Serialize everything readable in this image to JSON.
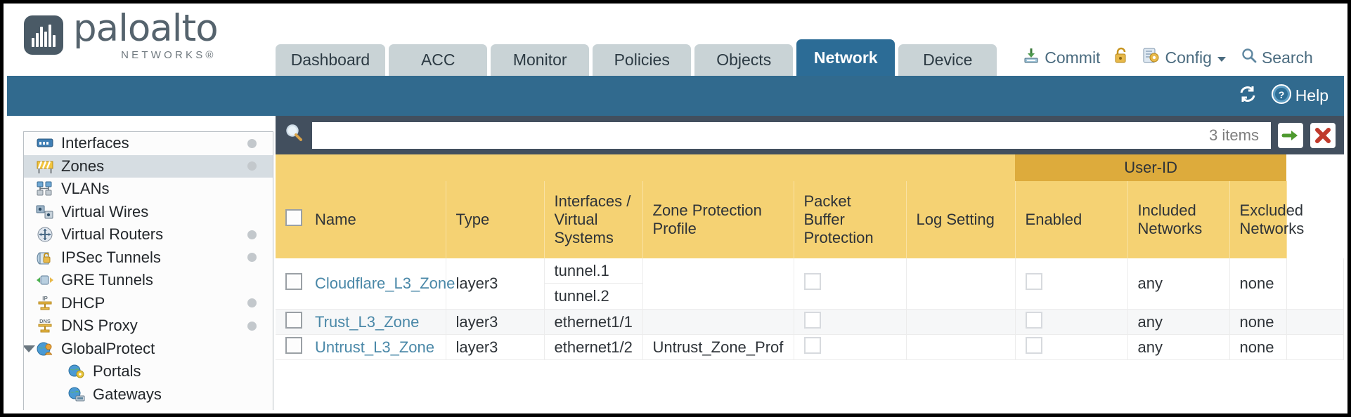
{
  "brand": {
    "name": "paloalto",
    "sub": "NETWORKS",
    "registered": "®"
  },
  "header": {
    "tabs": [
      {
        "label": "Dashboard",
        "active": false
      },
      {
        "label": "ACC",
        "active": false
      },
      {
        "label": "Monitor",
        "active": false
      },
      {
        "label": "Policies",
        "active": false
      },
      {
        "label": "Objects",
        "active": false
      },
      {
        "label": "Network",
        "active": true
      },
      {
        "label": "Device",
        "active": false
      }
    ],
    "actions": {
      "commit": "Commit",
      "config": "Config",
      "search": "Search"
    }
  },
  "banner": {
    "refresh_icon": "refresh-icon",
    "help": "Help"
  },
  "sidebar": {
    "items": [
      {
        "label": "Interfaces",
        "icon": "interfaces-icon",
        "dot": true,
        "selected": false,
        "child": false,
        "caret": false
      },
      {
        "label": "Zones",
        "icon": "zones-icon",
        "dot": true,
        "selected": true,
        "child": false,
        "caret": false
      },
      {
        "label": "VLANs",
        "icon": "vlans-icon",
        "dot": false,
        "selected": false,
        "child": false,
        "caret": false
      },
      {
        "label": "Virtual Wires",
        "icon": "virtual-wires-icon",
        "dot": false,
        "selected": false,
        "child": false,
        "caret": false
      },
      {
        "label": "Virtual Routers",
        "icon": "virtual-routers-icon",
        "dot": true,
        "selected": false,
        "child": false,
        "caret": false
      },
      {
        "label": "IPSec Tunnels",
        "icon": "ipsec-tunnels-icon",
        "dot": true,
        "selected": false,
        "child": false,
        "caret": false
      },
      {
        "label": "GRE Tunnels",
        "icon": "gre-tunnels-icon",
        "dot": false,
        "selected": false,
        "child": false,
        "caret": false
      },
      {
        "label": "DHCP",
        "icon": "dhcp-icon",
        "dot": true,
        "selected": false,
        "child": false,
        "caret": false
      },
      {
        "label": "DNS Proxy",
        "icon": "dns-proxy-icon",
        "dot": true,
        "selected": false,
        "child": false,
        "caret": false
      },
      {
        "label": "GlobalProtect",
        "icon": "globalprotect-icon",
        "dot": false,
        "selected": false,
        "child": false,
        "caret": true
      },
      {
        "label": "Portals",
        "icon": "portals-icon",
        "dot": false,
        "selected": false,
        "child": true,
        "caret": false
      },
      {
        "label": "Gateways",
        "icon": "gateways-icon",
        "dot": false,
        "selected": false,
        "child": true,
        "caret": false
      }
    ]
  },
  "search": {
    "placeholder": "",
    "value": "",
    "items_count": "3 items",
    "apply_icon": "green-arrow-icon",
    "clear_icon": "red-x-icon"
  },
  "table": {
    "group_header": {
      "label": "User-ID",
      "spans_columns": [
        "Enabled",
        "Included Networks",
        "Excluded Networks"
      ]
    },
    "columns": [
      "Name",
      "Type",
      "Interfaces / Virtual Systems",
      "Zone Protection Profile",
      "Packet Buffer Protection",
      "Log Setting",
      "Enabled",
      "Included Networks",
      "Excluded Networks"
    ],
    "rows": [
      {
        "name": "Cloudflare_L3_Zone",
        "type": "layer3",
        "interfaces": [
          "tunnel.1",
          "tunnel.2"
        ],
        "zone_protection_profile": "",
        "packet_buffer_protection": false,
        "log_setting": "",
        "user_id_enabled": false,
        "included_networks": "any",
        "excluded_networks": "none"
      },
      {
        "name": "Trust_L3_Zone",
        "type": "layer3",
        "interfaces": [
          "ethernet1/1"
        ],
        "zone_protection_profile": "",
        "packet_buffer_protection": false,
        "log_setting": "",
        "user_id_enabled": false,
        "included_networks": "any",
        "excluded_networks": "none"
      },
      {
        "name": "Untrust_L3_Zone",
        "type": "layer3",
        "interfaces": [
          "ethernet1/2"
        ],
        "zone_protection_profile": "Untrust_Zone_Prof",
        "packet_buffer_protection": false,
        "log_setting": "",
        "user_id_enabled": false,
        "included_networks": "any",
        "excluded_networks": "none"
      }
    ]
  },
  "colors": {
    "banner_blue": "#316a8e",
    "active_tab_blue": "#2c6c96",
    "tab_grey": "#c9d3d6",
    "table_header_gold": "#f5d273",
    "group_header_gold": "#ddab3c",
    "searchbar_slate": "#424f5e",
    "link_blue": "#4a88a8"
  }
}
